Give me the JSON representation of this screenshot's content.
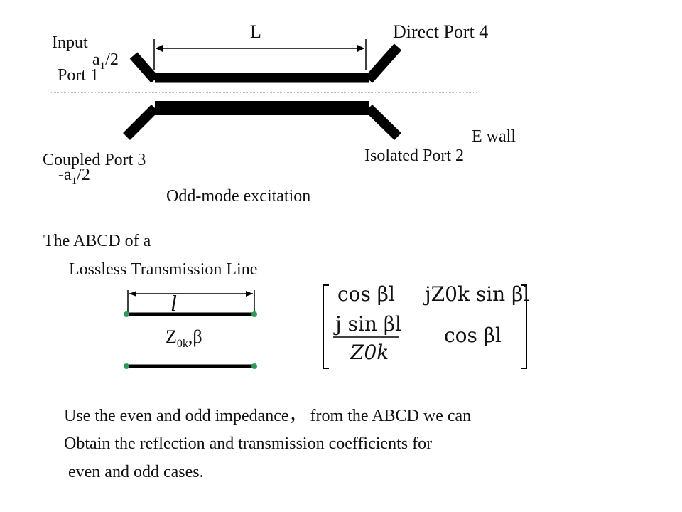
{
  "top": {
    "length_label": "L",
    "input_label": "Input",
    "port1_label": "Port 1",
    "a1_plus_label": "a",
    "a1_plus_sub": "1",
    "a1_plus_suffix": "/2",
    "direct_label": "Direct Port 4",
    "ewall_label": "E wall",
    "isolated_label": "Isolated Port 2",
    "coupled_label": "Coupled Port 3",
    "a1_minus_label": "-a",
    "a1_minus_sub": "1",
    "a1_minus_suffix": "/2",
    "caption": "Odd-mode excitation"
  },
  "abcd": {
    "heading_line1": "The ABCD  of a",
    "heading_line2": "Lossless  Transmission  Line",
    "line_length_label": "l",
    "impedance_label": "Z",
    "impedance_sub": "0k",
    "impedance_suffix": ",β",
    "matrix": {
      "a": "cos βl",
      "b": "jZ0k sin βl",
      "c_num": "j sin βl",
      "c_den": "Z0k",
      "d": "cos βl"
    }
  },
  "footer": {
    "line1": "Use the even and odd impedance， from the ABCD we can",
    "line2": "Obtain the reflection  and transmission coefficients   for",
    "line3": "even and odd cases."
  },
  "colors": {
    "line": "#000000",
    "terminal": "#2e9a5a",
    "ground": "#666666"
  }
}
